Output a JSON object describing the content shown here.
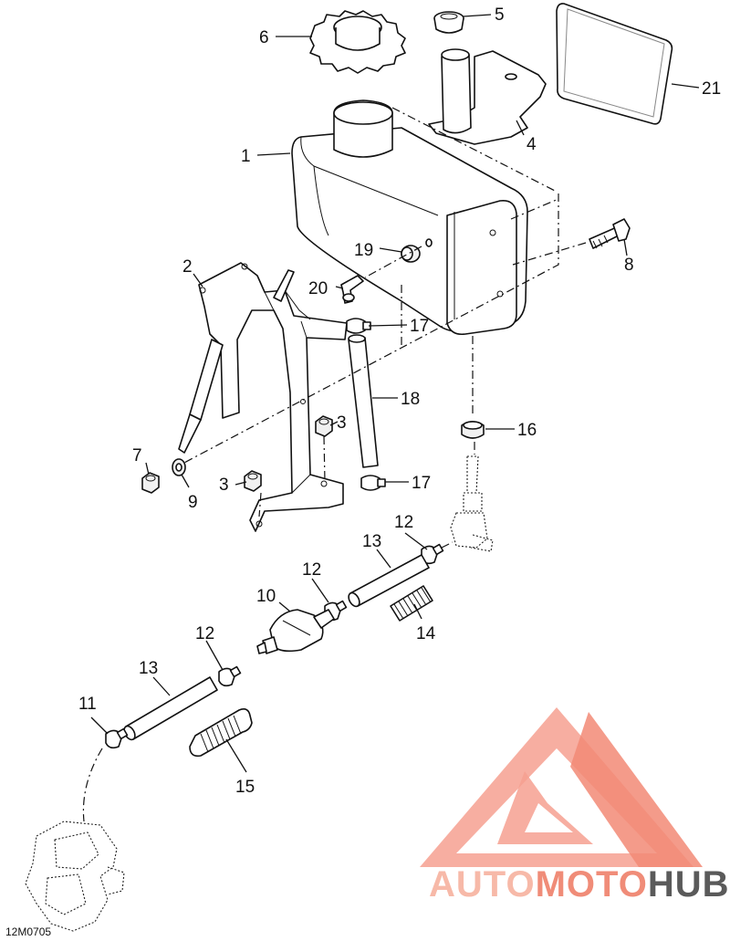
{
  "callouts": [
    {
      "id": "c1",
      "label": "1"
    },
    {
      "id": "c2",
      "label": "2"
    },
    {
      "id": "c3a",
      "label": "3"
    },
    {
      "id": "c3b",
      "label": "3"
    },
    {
      "id": "c4",
      "label": "4"
    },
    {
      "id": "c5",
      "label": "5"
    },
    {
      "id": "c6",
      "label": "6"
    },
    {
      "id": "c7",
      "label": "7"
    },
    {
      "id": "c8",
      "label": "8"
    },
    {
      "id": "c9",
      "label": "9"
    },
    {
      "id": "c10",
      "label": "10"
    },
    {
      "id": "c11",
      "label": "11"
    },
    {
      "id": "c12a",
      "label": "12"
    },
    {
      "id": "c12b",
      "label": "12"
    },
    {
      "id": "c12c",
      "label": "12"
    },
    {
      "id": "c13a",
      "label": "13"
    },
    {
      "id": "c13b",
      "label": "13"
    },
    {
      "id": "c14",
      "label": "14"
    },
    {
      "id": "c15",
      "label": "15"
    },
    {
      "id": "c16",
      "label": "16"
    },
    {
      "id": "c17a",
      "label": "17"
    },
    {
      "id": "c17b",
      "label": "17"
    },
    {
      "id": "c18",
      "label": "18"
    },
    {
      "id": "c19",
      "label": "19"
    },
    {
      "id": "c20",
      "label": "20"
    },
    {
      "id": "c21",
      "label": "21"
    }
  ],
  "drawing_ref": "12M0705",
  "watermark": {
    "part1": "AUTO",
    "part2": "MOTO",
    "part3": "HUB",
    "color_light": "#f7b9a8",
    "color_mid": "#f08c78",
    "color_dark": "#5a5a5a"
  }
}
